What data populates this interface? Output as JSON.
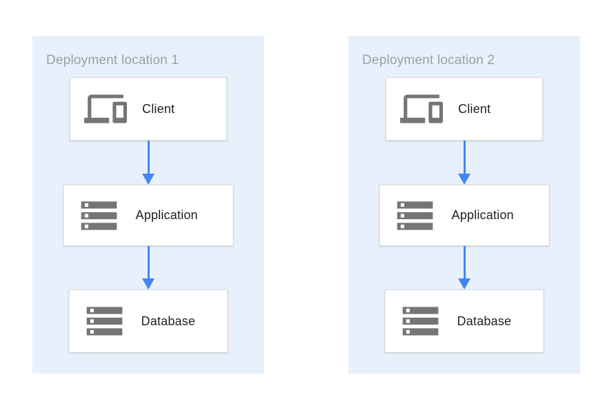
{
  "diagram": {
    "panels": [
      {
        "title": "Deployment location 1",
        "nodes": [
          {
            "label": "Client",
            "icon": "devices-icon"
          },
          {
            "label": "Application",
            "icon": "storage-icon"
          },
          {
            "label": "Database",
            "icon": "storage-icon"
          }
        ],
        "connections": [
          {
            "from": "Client",
            "to": "Application"
          },
          {
            "from": "Application",
            "to": "Database"
          }
        ]
      },
      {
        "title": "Deployment location 2",
        "nodes": [
          {
            "label": "Client",
            "icon": "devices-icon"
          },
          {
            "label": "Application",
            "icon": "storage-icon"
          },
          {
            "label": "Database",
            "icon": "storage-icon"
          }
        ],
        "connections": [
          {
            "from": "Client",
            "to": "Application"
          },
          {
            "from": "Application",
            "to": "Database"
          }
        ]
      }
    ],
    "colors": {
      "panel_background": "#e7f0fb",
      "node_background": "#ffffff",
      "node_border": "#d6d9dc",
      "arrow_blue": "#4285f4",
      "icon_gray": "#757575",
      "title_gray": "#9aa0a6",
      "label_text": "#202124"
    }
  }
}
